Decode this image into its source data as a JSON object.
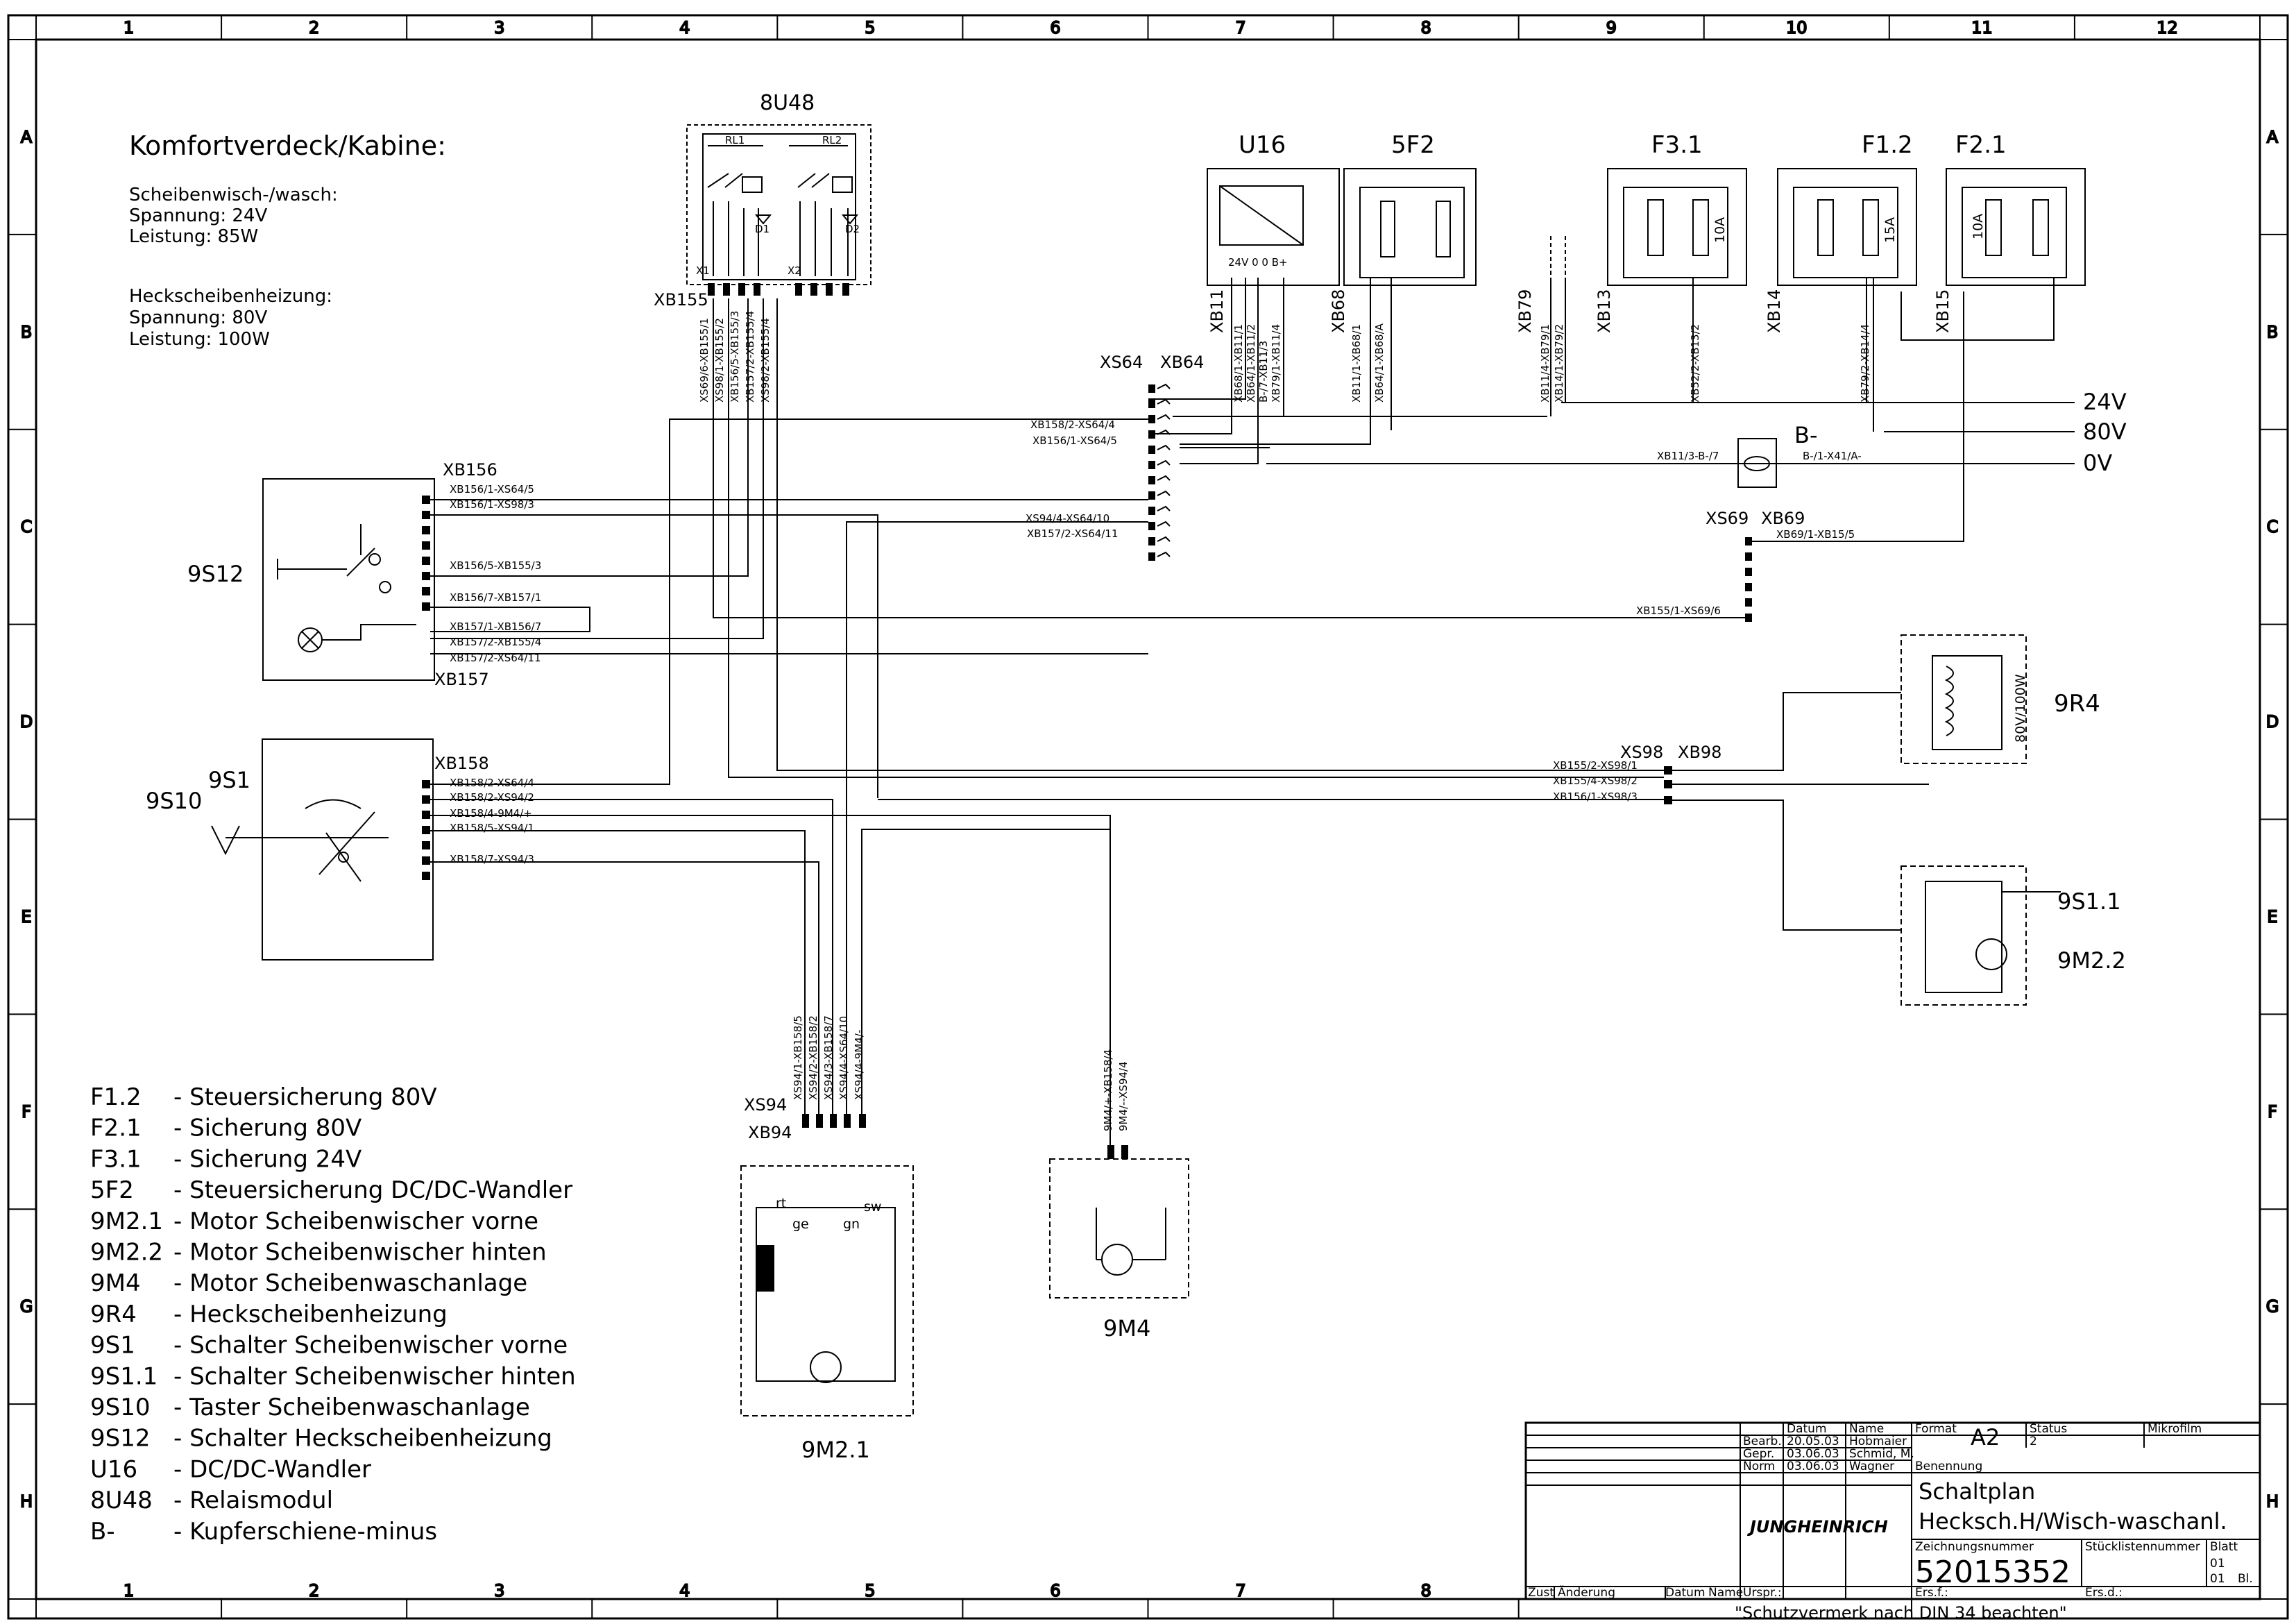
{
  "title": {
    "main": "Komfortverdeck/Kabine:",
    "wisch_head": "Scheibenwisch-/wasch:",
    "wisch_spannung": "Spannung: 24V",
    "wisch_leistung": "Leistung: 85W",
    "heiz_head": "Heckscheibenheizung:",
    "heiz_spannung": "Spannung: 80V",
    "heiz_leistung": "Leistung: 100W"
  },
  "grid": {
    "columns": [
      "1",
      "2",
      "3",
      "4",
      "5",
      "6",
      "7",
      "8",
      "9",
      "10",
      "11",
      "12"
    ],
    "bottom_columns": [
      "1",
      "2",
      "3",
      "4",
      "5",
      "6",
      "7",
      "8"
    ],
    "rows": [
      "A",
      "B",
      "C",
      "D",
      "E",
      "F",
      "G",
      "H"
    ]
  },
  "components": {
    "relay": "8U48",
    "rl1": "RL1",
    "rl2": "RL2",
    "d1": "D1",
    "d2": "D2",
    "x1": "X1",
    "x2": "X2",
    "u16": "U16",
    "f5": "5F2",
    "f31": "F3.1",
    "f12": "F1.2",
    "f21": "F2.1",
    "s12": "9S12",
    "s1": "9S1",
    "s10": "9S10",
    "r4": "9R4",
    "r4_rating": "80V/100W",
    "s11": "9S1.1",
    "m22": "9M2.2",
    "m4": "9M4",
    "m21": "9M2.1",
    "bminus": "B-",
    "u16_pins": "24V  0  0  B+",
    "fuse_10a_1": "10A",
    "fuse_15a": "15A",
    "fuse_10a_2": "10A",
    "m21_rt": "rt",
    "m21_ge": "ge",
    "m21_gn": "gn",
    "m21_sw": "sw"
  },
  "connectors": {
    "xb155": "XB155",
    "xs64": "XS64",
    "xb64": "XB64",
    "xb156": "XB156",
    "xb157": "XB157",
    "xb158": "XB158",
    "xb11": "XB11",
    "xb68": "XB68",
    "xb79": "XB79",
    "xb13": "XB13",
    "xb14": "XB14",
    "xb15": "XB15",
    "xs69": "XS69",
    "xb69": "XB69",
    "xs98": "XS98",
    "xb98": "XB98",
    "xs94": "XS94",
    "xb94": "XB94"
  },
  "rails": {
    "v24": "24V",
    "v80": "80V",
    "v0": "0V"
  },
  "wire_labels": {
    "w1": "XB156/1-XS64/5",
    "w2": "XB156/1-XS98/3",
    "w3": "XB156/5-XB155/3",
    "w4": "XB156/7-XB157/1",
    "w5": "XB157/1-XB156/7",
    "w6": "XB157/2-XB155/4",
    "w7": "XB157/2-XS64/11",
    "w8": "XB158/2-XS64/4",
    "w9": "XB158/2-XS94/2",
    "w10": "XB158/4-9M4/+",
    "w11": "XB158/5-XS94/1",
    "w12": "XB158/7-XS94/3",
    "w13": "XB158/2-XS64/4",
    "w14": "XB156/1-XS64/5",
    "w15": "XS94/4-XS64/10",
    "w16": "XB157/2-XS64/11",
    "w17": "XB11/3-B-/7",
    "w18": "B-/1-X41/A-",
    "w19": "XB69/1-XB15/5",
    "w20": "XB155/1-XS69/6",
    "w21": "XB155/2-XS98/1",
    "w22": "XB155/4-XS98/2",
    "w23": "XB156/1-XS98/3",
    "v1": "XS69/6-XB155/1",
    "v2": "XS98/1-XB155/2",
    "v3": "XB156/5-XB155/3",
    "v4": "XB157/2-XB155/4",
    "v5": "XS98/2-XB155/4",
    "v6": "XB68/1-XB11/1",
    "v7": "XB64/1-XB11/2",
    "v8": "B-/7-XB11/3",
    "v9": "XB79/1-XB11/4",
    "v10": "XB11/1-XB68/1",
    "v11": "XB64/1-XB68/A",
    "v12": "XB11/4-XB79/1",
    "v13": "XB14/1-XB79/2",
    "v14": "XB52/2-XB13/2",
    "v15": "XB79/2-XB14/4",
    "v16": "XS94/1-XB158/5",
    "v17": "XS94/2-XB158/2",
    "v18": "XS94/3-XB158/7",
    "v19": "XS94/4-XS64/10",
    "v20": "XS94/4-9M4/-",
    "v21": "9M4/+-XB158/4",
    "v22": "9M4/--XS94/4"
  },
  "legend": [
    {
      "code": "F1.2",
      "desc": "- Steuersicherung 80V"
    },
    {
      "code": "F2.1",
      "desc": "- Sicherung 80V"
    },
    {
      "code": "F3.1",
      "desc": "- Sicherung 24V"
    },
    {
      "code": "5F2",
      "desc": "- Steuersicherung DC/DC-Wandler"
    },
    {
      "code": "9M2.1",
      "desc": "- Motor Scheibenwischer vorne"
    },
    {
      "code": "9M2.2",
      "desc": "- Motor Scheibenwischer hinten"
    },
    {
      "code": "9M4",
      "desc": "- Motor Scheibenwaschanlage"
    },
    {
      "code": "9R4",
      "desc": "- Heckscheibenheizung"
    },
    {
      "code": "9S1",
      "desc": "- Schalter Scheibenwischer vorne"
    },
    {
      "code": "9S1.1",
      "desc": "- Schalter Scheibenwischer hinten"
    },
    {
      "code": "9S10",
      "desc": "- Taster Scheibenwaschanlage"
    },
    {
      "code": "9S12",
      "desc": "- Schalter Heckscheibenheizung"
    },
    {
      "code": "U16",
      "desc": "- DC/DC-Wandler"
    },
    {
      "code": "8U48",
      "desc": "- Relaismodul"
    },
    {
      "code": "B-",
      "desc": "- Kupferschiene-minus"
    }
  ],
  "titleblock": {
    "datum_h": "Datum",
    "name_h": "Name",
    "format_h": "Format",
    "format_v": "A2",
    "status_h": "Status",
    "status_v": "2",
    "mikrofilm_h": "Mikrofilm",
    "bearb": "Bearb.",
    "bearb_d": "20.05.03",
    "bearb_n": "Hobmaier",
    "gepr": "Gepr.",
    "gepr_d": "03.06.03",
    "gepr_n": "Schmid, M.",
    "norm": "Norm",
    "norm_d": "03.06.03",
    "norm_n": "Wagner",
    "benennung_h": "Benennung",
    "benennung1": "Schaltplan",
    "benennung2": "Hecksch.H/Wisch-waschanl.",
    "logo": "JUNGHEINRICH",
    "zeich_h": "Zeichnungsnummer",
    "zeich_v": "52015352",
    "stueck_h": "Stücklistennummer",
    "blatt_h": "Blatt",
    "blatt_v": "01",
    "bl_v": "01",
    "bl_h": "Bl.",
    "zust": "Zust",
    "aenderung": "Änderung",
    "datum2": "Datum",
    "name2": "Name",
    "urspr": "Urspr.:",
    "ersf": "Ers.f.:",
    "ersd": "Ers.d.:",
    "schutz": "\"Schutzvermerk nach DIN 34 beachten\""
  }
}
